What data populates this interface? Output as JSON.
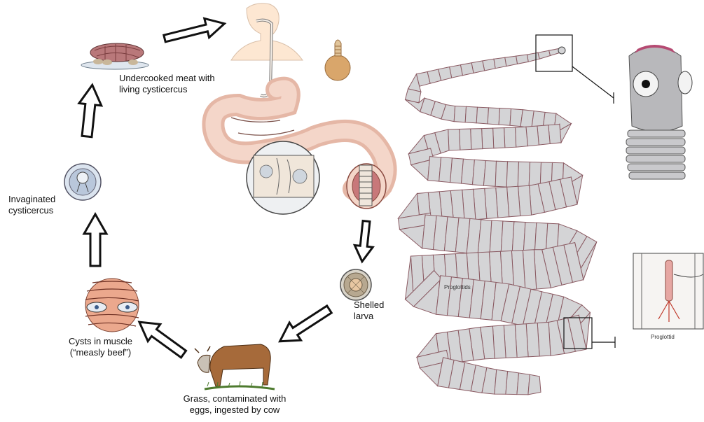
{
  "cycle": {
    "meat_label": "Undercooked meat with\nliving cysticercus",
    "cysticercus_label": "Invaginated\ncysticercus",
    "muscle_label": "Cysts in muscle\n(“measly beef”)",
    "cow_label": "Grass, contaminated with\neggs, ingested by cow",
    "larva_label": "Shelled\nlarva"
  },
  "worm": {
    "proglottids_label": "Proglottids",
    "proglottid_label": "Proglottid"
  },
  "colors": {
    "segment_fill": "#d4d4d6",
    "segment_stroke": "#8a5a62",
    "skin": "#fde7d2",
    "intestine": "#f1c8b8",
    "muscle": "#e9a88e",
    "arrow_stroke": "#111111"
  }
}
